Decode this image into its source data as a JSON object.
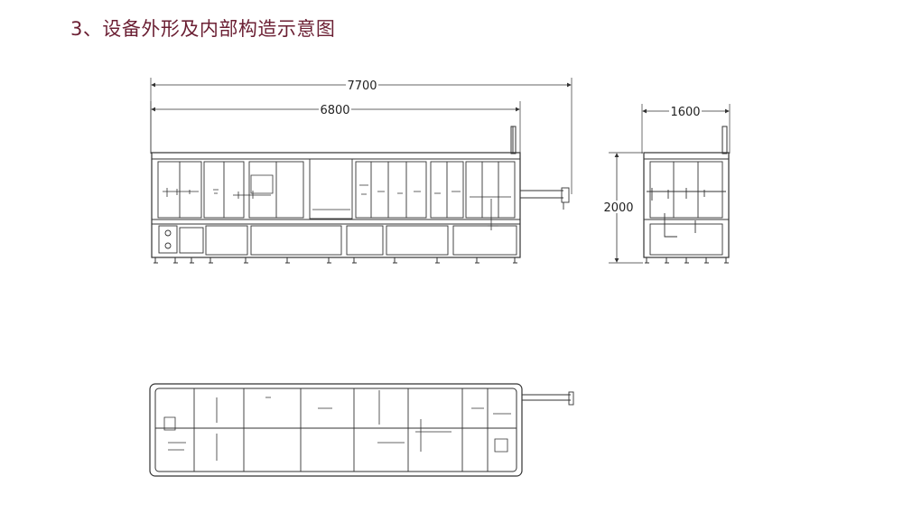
{
  "title": "3、设备外形及内部构造示意图",
  "dimensions": {
    "front_overall": "7700",
    "front_frame": "6800",
    "side_width": "1600",
    "side_height": "2000"
  },
  "colors": {
    "title": "#6b1f33",
    "line": "#333333",
    "frame_fill": "#ffffff"
  }
}
